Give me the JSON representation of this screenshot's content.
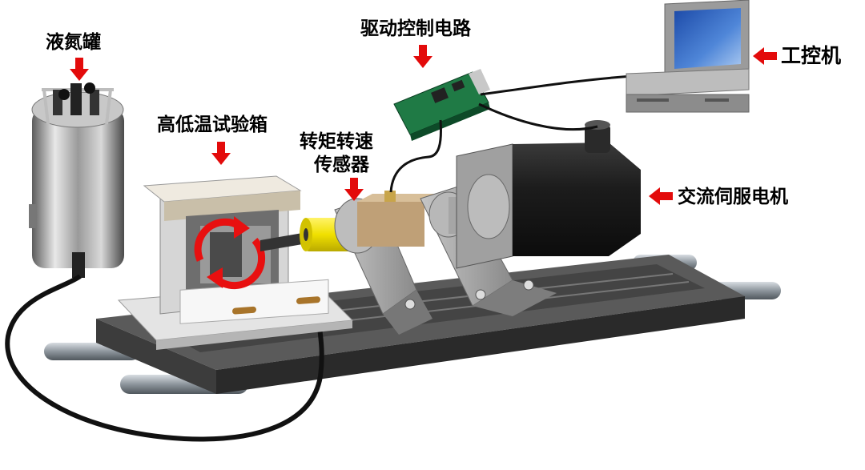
{
  "labels": {
    "ln2_tank": "液氮罐",
    "driver_circuit": "驱动控制电路",
    "ipc": "工控机",
    "chamber": "高低温试验箱",
    "sensor_line1": "转矩转速",
    "sensor_line2": "传感器",
    "motor": "交流伺服电机"
  },
  "colors": {
    "arrow": "#e30b0b",
    "label_text": "#000000",
    "bed": "#3a3a3a",
    "coupling": "#f2e600",
    "circuit_board": "#1f7a45",
    "motor_body": "#1e1e1e",
    "bracket": "#9a9a9a",
    "rotation_arrows": "#e81010"
  },
  "icons": {
    "pointer": "red-arrow-icon",
    "rotation": "rotation-arrows-icon"
  }
}
